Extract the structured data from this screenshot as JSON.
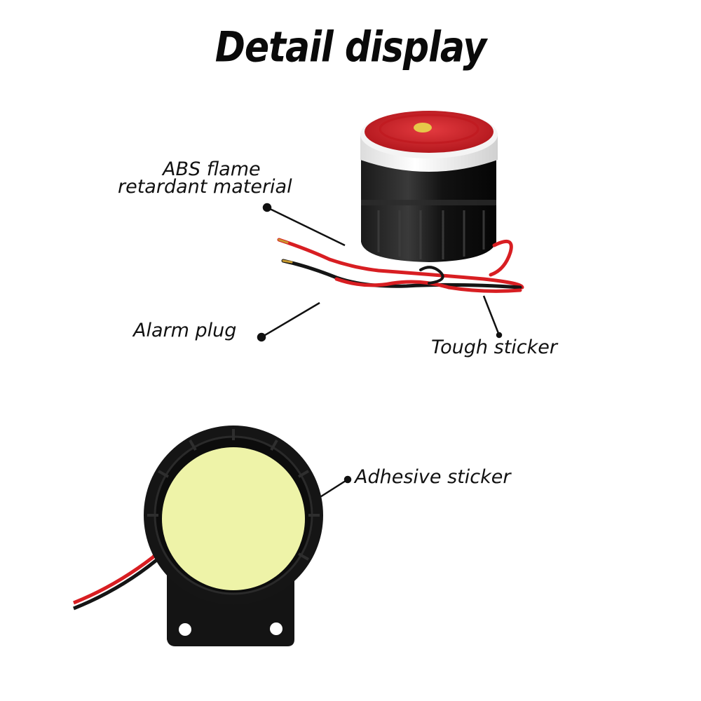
{
  "title": "Detail display",
  "labels": {
    "abs_line1": "ABS flame",
    "abs_line2": "retardant material",
    "alarm_plug": "Alarm plug",
    "tough_sticker": "Tough sticker",
    "adhesive_sticker": "Adhesive sticker"
  },
  "colors": {
    "siren_red": "#d8232a",
    "siren_white": "#f2f2f2",
    "body_black": "#111111",
    "adhesive_pad": "#eef3a8",
    "wire_red": "#d81e22",
    "wire_black": "#151515"
  }
}
